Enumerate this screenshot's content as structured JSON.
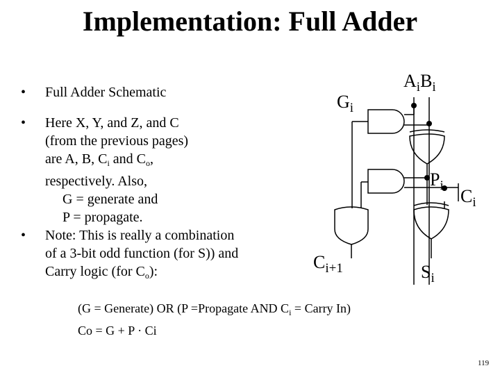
{
  "slide": {
    "title": "Implementation: Full Adder",
    "page_number": "119"
  },
  "bullets": {
    "b1": "Full Adder Schematic",
    "b2_line1": "Here X, Y, and Z, and C",
    "b2_line2": "(from the previous pages)",
    "b2_line3_pre": "are A, B, C",
    "b2_line3_sub1": "i",
    "b2_line3_mid": " and C",
    "b2_line3_sub2": "o",
    "b2_line3_post": ",",
    "b2_line4": "respectively. Also,",
    "b2_line5": "G = generate and",
    "b2_line6": "P = propagate.",
    "b3_line1": "Note:  This is really a combination",
    "b3_line2": "of a 3-bit odd function (for S)) and",
    "b3_line3_pre": "Carry logic (for C",
    "b3_line3_sub": "o",
    "b3_line3_post": "):",
    "bullet_char": "•"
  },
  "diagram": {
    "labels": {
      "a": "A",
      "a_sub": "i",
      "b": "B",
      "b_sub": "i",
      "g": "G",
      "g_sub": "i",
      "p": "P",
      "p_sub": "i",
      "c": "C",
      "c_sub": "i",
      "cout": "C",
      "cout_sub": "i+1",
      "s": "S",
      "s_sub": "i"
    }
  },
  "equations": {
    "eq1_pre": "(G = Generate) OR (P =Propagate AND C",
    "eq1_sub": "i",
    "eq1_post": " = Carry In)",
    "eq2": "Co = G + P · Ci"
  }
}
